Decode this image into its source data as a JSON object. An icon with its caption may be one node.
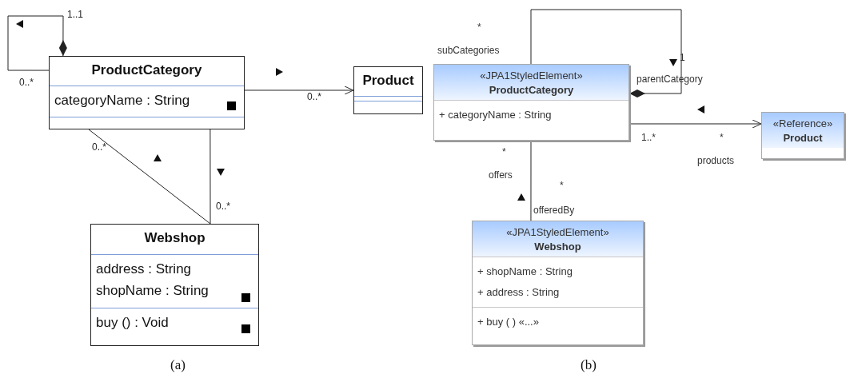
{
  "diagram": {
    "nodes": [
      {
        "text": [
          "ProductCategory",
          "categoryName : String"
        ]
      },
      {
        "text": [
          "Product"
        ]
      },
      {
        "text": [
          "Webshop",
          "address : String",
          "shopName : String",
          "buy () : Void"
        ]
      },
      {
        "text": [
          "«JPA1StyledElement»",
          "ProductCategory",
          "+ categoryName : String"
        ]
      },
      {
        "text": [
          "«Reference»",
          "Product"
        ]
      },
      {
        "text": [
          "«JPA1StyledElement»",
          "Webshop",
          "+ shopName : String",
          "+ address : String",
          "+ buy ( ) «...»"
        ]
      }
    ],
    "edges": [
      {
        "from": 0,
        "to": 0,
        "arrow": "other"
      },
      {
        "from": 0,
        "to": 1,
        "arrow": "to"
      },
      {
        "from": 0,
        "to": 2,
        "arrow": "none"
      },
      {
        "from": 0,
        "to": 2,
        "arrow": "none"
      },
      {
        "from": 3,
        "to": 3,
        "arrow": "other"
      },
      {
        "from": 3,
        "to": 4,
        "arrow": "to"
      },
      {
        "from": 3,
        "to": 5,
        "arrow": "none"
      }
    ],
    "labels": [
      "1..1",
      "0..*",
      "0..*",
      "0..*",
      "0..*",
      "*",
      "subCategories",
      "1",
      "parentCategory",
      "1..*",
      "*",
      "products",
      "*",
      "offers",
      "*",
      "offeredBy",
      "(a)",
      "(b)"
    ]
  }
}
